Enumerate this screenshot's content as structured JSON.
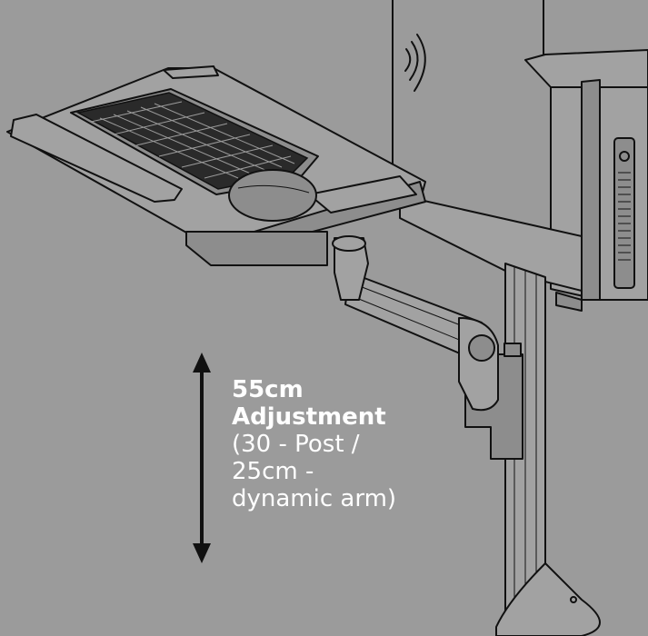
{
  "caption": {
    "line1": "55cm",
    "line2": "Adjustment",
    "line3": "(30 - Post /",
    "line4": "25cm -",
    "line5": "dynamic arm)"
  },
  "colors": {
    "background": "#9b9b9b",
    "caption_text": "#ffffff",
    "arrow": "#111111",
    "linework": "#111111"
  },
  "icons": {
    "adjustment_arrow": "double-headed-vertical-arrow",
    "wireless_signal": "wifi-arcs-icon"
  }
}
